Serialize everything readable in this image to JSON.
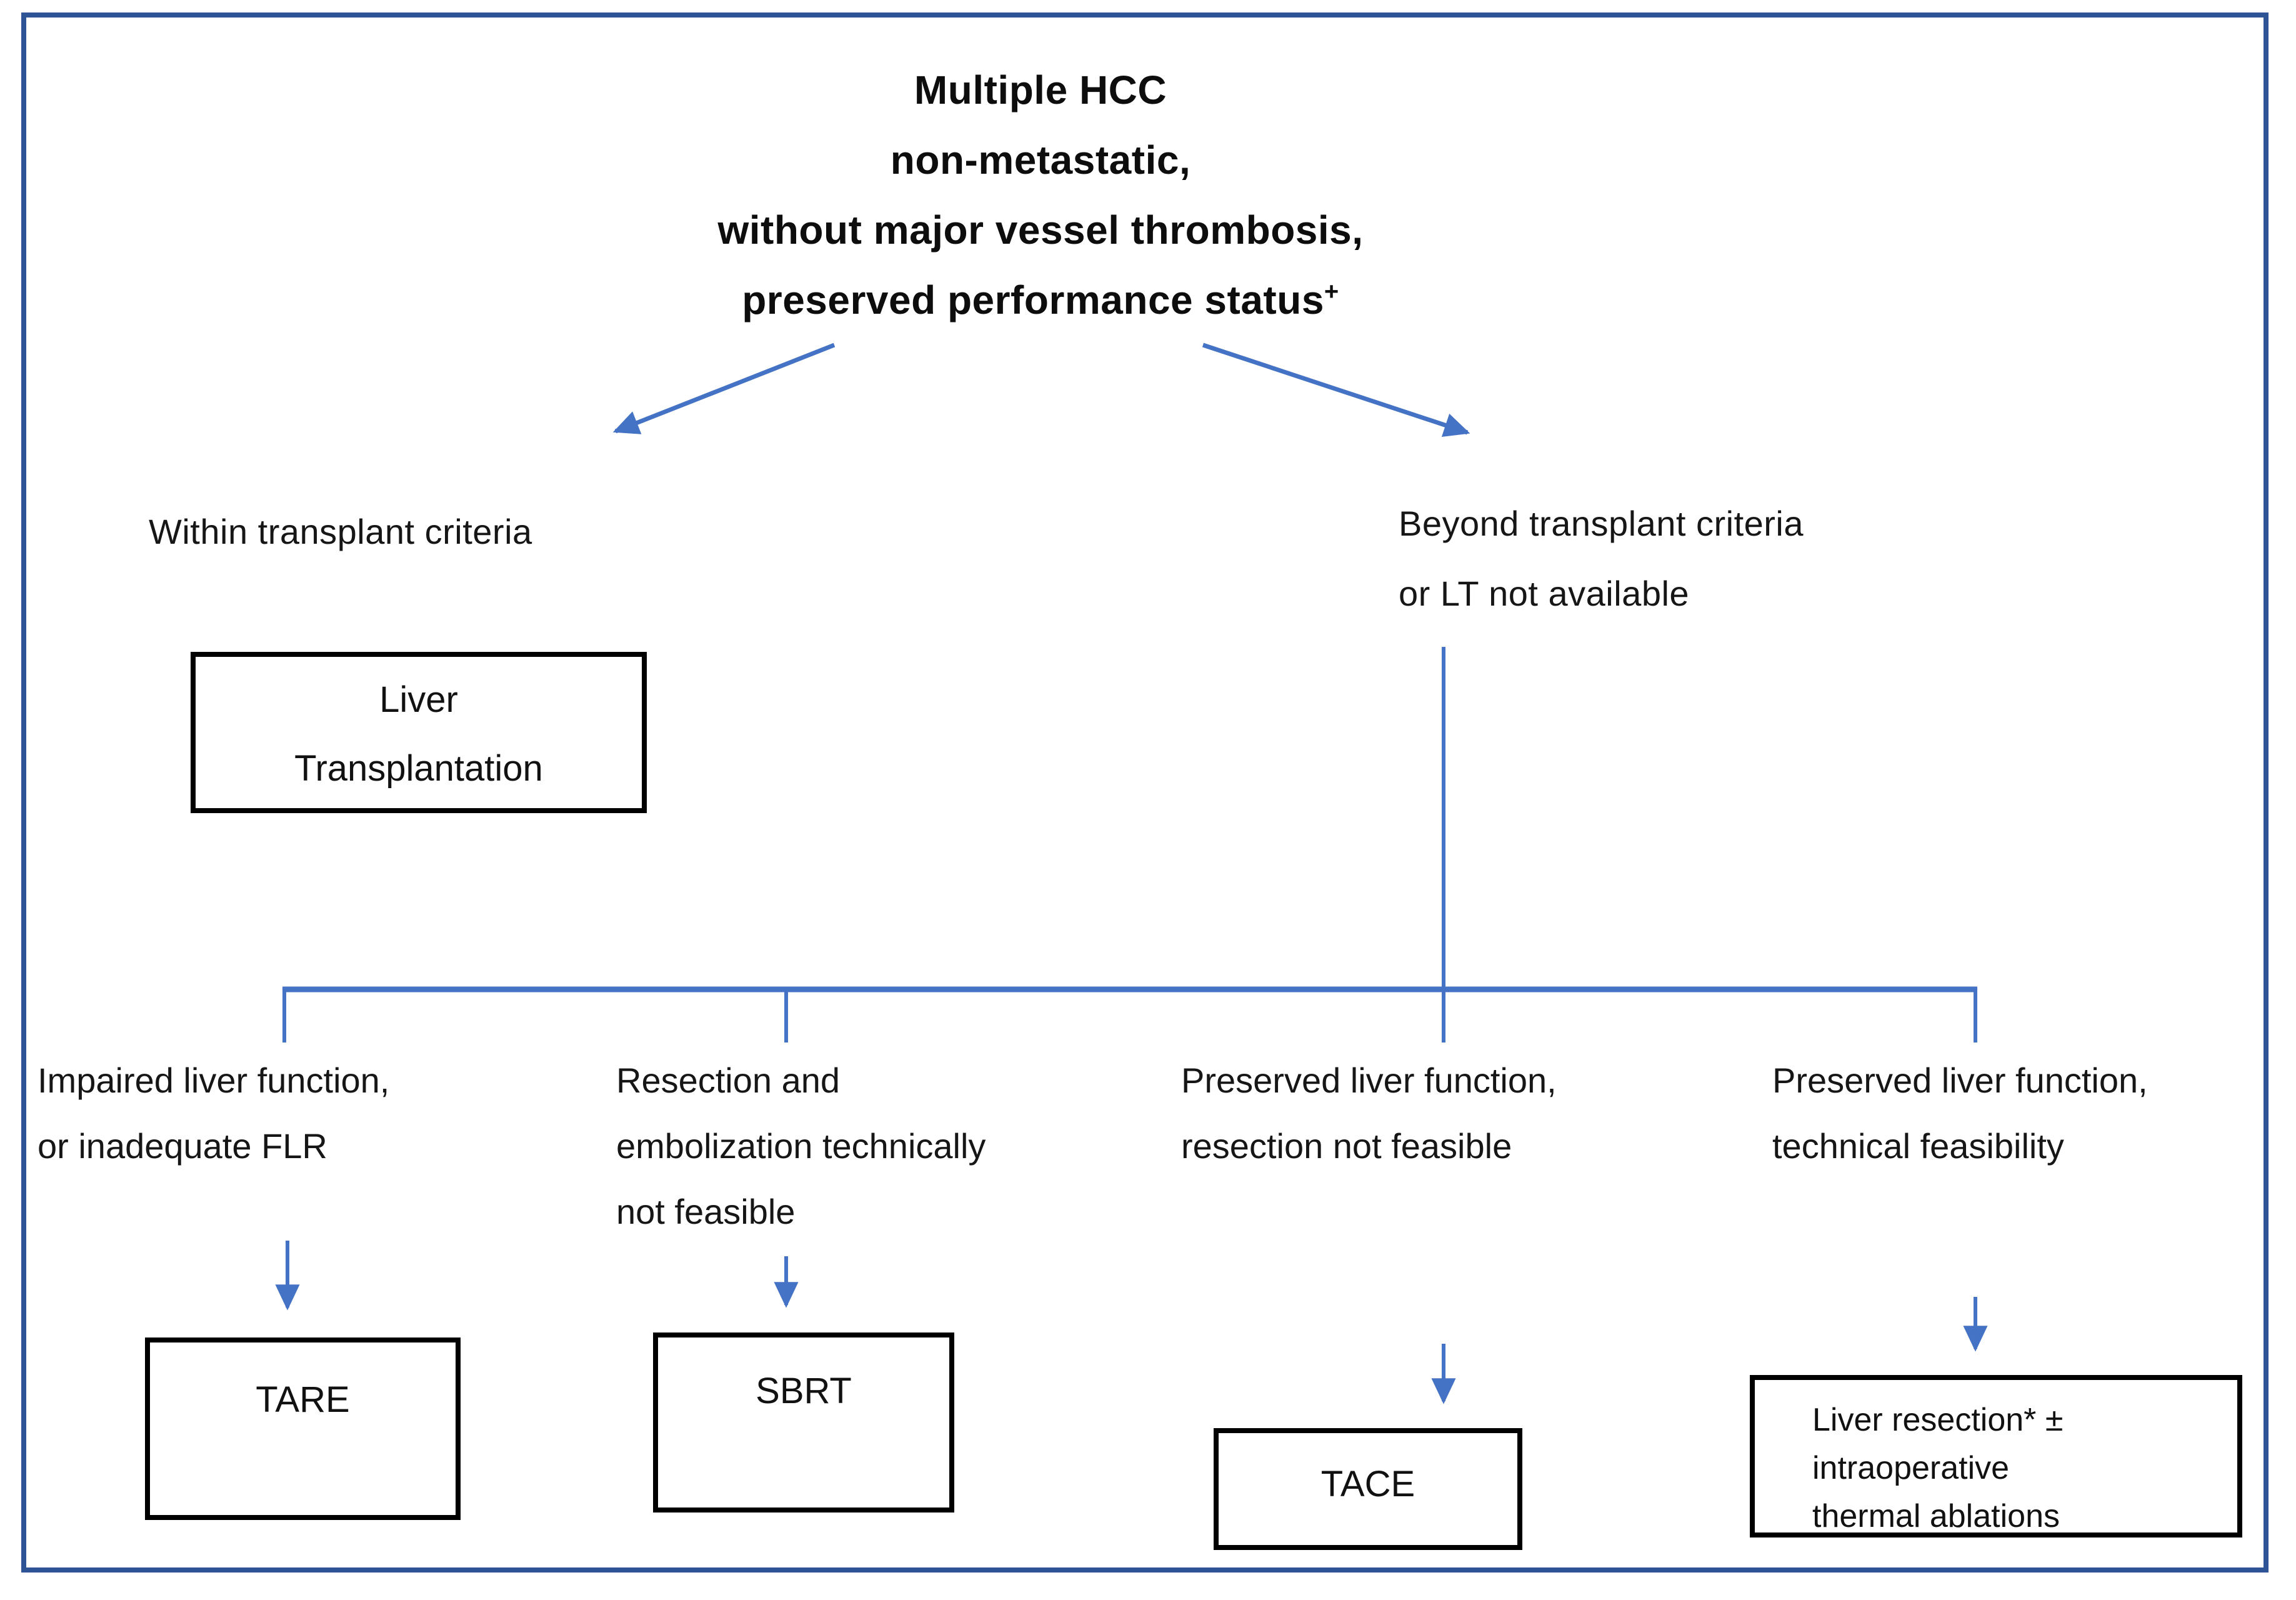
{
  "diagram": {
    "title": {
      "lines": [
        "Multiple HCC",
        "non-metastatic,",
        "without major vessel thrombosis,",
        "preserved performance status"
      ],
      "superscript": "+"
    },
    "branches": {
      "left": {
        "label": "Within transplant criteria"
      },
      "right": {
        "label_lines": [
          "Beyond transplant criteria",
          "or LT not available"
        ]
      }
    },
    "transplant_box": {
      "lines": [
        "Liver",
        "Transplantation"
      ]
    },
    "columns": [
      {
        "condition_lines": [
          "Impaired liver function,",
          "or inadequate FLR"
        ],
        "outcome_lines": [
          "TARE"
        ]
      },
      {
        "condition_lines": [
          "Resection and",
          "embolization technically",
          "not feasible"
        ],
        "outcome_lines": [
          "SBRT"
        ]
      },
      {
        "condition_lines": [
          "Preserved liver function,",
          "resection not feasible"
        ],
        "outcome_lines": [
          "TACE"
        ]
      },
      {
        "condition_lines": [
          "Preserved liver function,",
          "technical feasibility"
        ],
        "outcome_lines": [
          "Liver resection* ±",
          "intraoperative",
          "thermal ablations"
        ]
      }
    ],
    "colors": {
      "connector_blue": "#4472C4",
      "frame_blue": "#2F5496",
      "box_border": "#000000",
      "text": "#111111",
      "background": "#FFFFFF"
    }
  }
}
